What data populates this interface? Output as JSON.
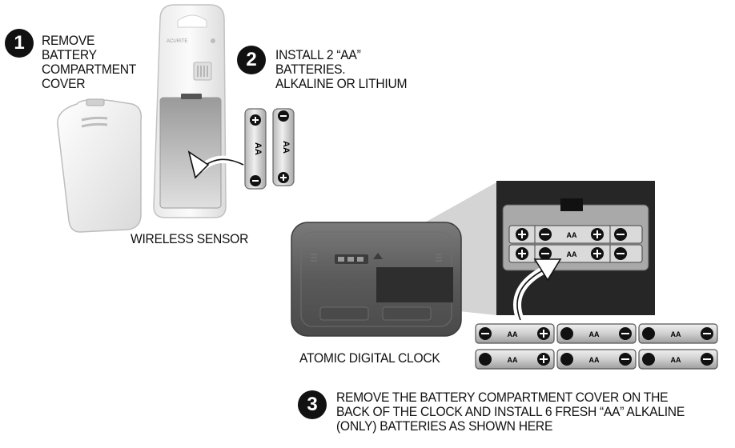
{
  "steps": [
    {
      "number": "1",
      "lines": [
        "REMOVE",
        "BATTERY",
        "COMPARTMENT",
        "COVER"
      ]
    },
    {
      "number": "2",
      "lines": [
        "INSTALL 2 “AA”",
        "BATTERIES.",
        "ALKALINE OR LITHIUM"
      ]
    },
    {
      "number": "3",
      "lines": [
        "REMOVE THE BATTERY COMPARTMENT COVER ON THE",
        "BACK OF THE CLOCK AND INSTALL 6 FRESH “AA” ALKALINE",
        "(ONLY) BATTERIES AS SHOWN HERE"
      ]
    }
  ],
  "captions": {
    "sensor": "WIRELESS SENSOR",
    "clock": "ATOMIC DIGITAL CLOCK"
  },
  "sensor_brand": "ACURITE",
  "battery_label": "AA",
  "colors": {
    "badge": "#111111",
    "device_white": "#f2f2f2",
    "clock_body": "#5a5a5a",
    "compartment_dark": "#2a2a2a",
    "battery_gray": "#c8c8c8"
  }
}
